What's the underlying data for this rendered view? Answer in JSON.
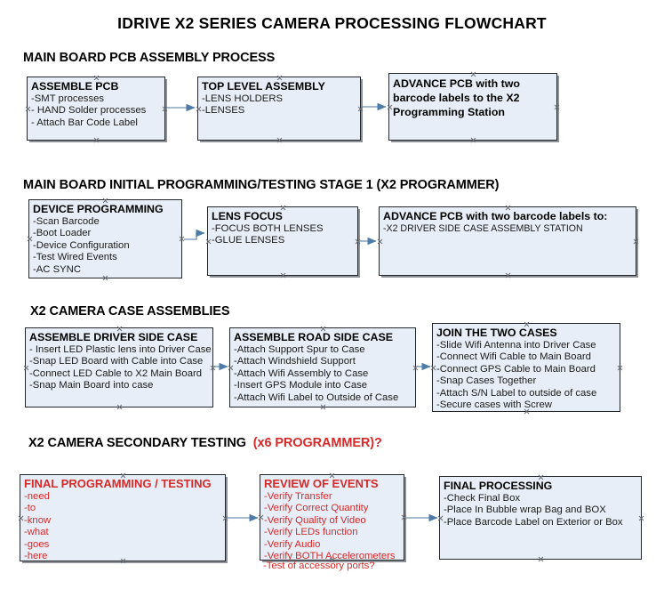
{
  "document": {
    "title": "IDRIVE X2  SERIES CAMERA PROCESSING FLOWCHART"
  },
  "colors": {
    "box_fill": "#e8eef7",
    "box_border": "#23272b",
    "box_shadow": "#8e9197",
    "text": "#000000",
    "accent_red": "#d42a2a",
    "connector": "#6b8cae",
    "handle": "#6b6f76",
    "background": "#ffffff"
  },
  "sections": [
    {
      "id": "main-board-pcb-assembly",
      "title": "MAIN BOARD PCB ASSEMBLY PROCESS",
      "title_accent": "",
      "nodes": [
        {
          "id": "assemble-pcb",
          "title": "ASSEMBLE PCB",
          "lines": [
            "-SMT processes",
            "- HAND Solder processes",
            "- Attach Bar Code Label"
          ]
        },
        {
          "id": "top-level-assembly",
          "title": "TOP LEVEL ASSEMBLY",
          "lines": [
            "-LENS HOLDERS",
            "-LENSES"
          ]
        },
        {
          "id": "advance-pcb-to-x2-programming-station",
          "title": "ADVANCE PCB with two barcode labels to the  X2 Programming Station",
          "lines": []
        }
      ]
    },
    {
      "id": "main-board-initial-programming",
      "title": "MAIN BOARD INITIAL PROGRAMMING/TESTING STAGE 1 (X2 PROGRAMMER)",
      "title_accent": "",
      "nodes": [
        {
          "id": "device-programming",
          "title": "DEVICE PROGRAMMING",
          "lines": [
            "-Scan Barcode",
            "-Boot Loader",
            "-Device Configuration",
            "-Test Wired Events",
            "-AC SYNC"
          ]
        },
        {
          "id": "lens-focus",
          "title": "LENS FOCUS",
          "lines": [
            "-FOCUS BOTH LENSES",
            "-GLUE LENSES"
          ]
        },
        {
          "id": "advance-pcb-to-driver-side-case-assembly",
          "title": "ADVANCE PCB with two barcode labels to:",
          "lines": [
            "-X2 DRIVER  SIDE  CASE  ASSEMBLY STATION"
          ]
        }
      ]
    },
    {
      "id": "x2-camera-case-assemblies",
      "title": "X2 CAMERA CASE ASSEMBLIES",
      "title_accent": "",
      "nodes": [
        {
          "id": "assemble-driver-side-case",
          "title": "ASSEMBLE DRIVER SIDE CASE",
          "lines": [
            "- Insert LED Plastic lens into Driver Case",
            "-Snap LED Board with Cable into Case",
            "-Connect LED Cable to X2 Main Board",
            "-Snap Main Board into case"
          ]
        },
        {
          "id": "assemble-road-side-case",
          "title": "ASSEMBLE ROAD SIDE CASE",
          "lines": [
            "-Attach Support Spur to Case",
            "-Attach Windshield Support",
            "-Attach Wifi Assembly to Case",
            "-Insert GPS Module into Case",
            "-Attach Wifi Label to Outside of Case"
          ]
        },
        {
          "id": "join-the-two-cases",
          "title": "JOIN THE TWO CASES",
          "lines": [
            "-Slide Wifi Antenna into Driver Case",
            "-Connect Wifi Cable to Main Board",
            "-Connect GPS Cable to Main Board",
            "-Snap Cases Together",
            "-Attach S/N Label to outside of case",
            "-Secure cases with Screw"
          ]
        }
      ]
    },
    {
      "id": "x2-camera-secondary-testing",
      "title": "X2 CAMERA SECONDARY TESTING",
      "title_accent": "(x6 PROGRAMMER)?",
      "nodes": [
        {
          "id": "final-programming-testing",
          "title": "FINAL PROGRAMMING / TESTING",
          "lines": [
            "-need",
            "-to",
            "-know",
            "-what",
            "-goes",
            "-here"
          ]
        },
        {
          "id": "review-of-events",
          "title": "REVIEW OF EVENTS",
          "lines": [
            "-Verify Transfer",
            "-Verify Correct Quantity",
            "-Verify Quality of Video",
            "-Verify LEDs function",
            "-Verify Audio",
            "-Verify BOTH Accelerometers"
          ],
          "overflow_line": "-Test of accessory ports?"
        },
        {
          "id": "final-processing",
          "title": "FINAL PROCESSING",
          "lines": [
            " -Check Final Box",
            "-Place In Bubble wrap Bag and BOX",
            "-Place Barcode Label on Exterior or Box"
          ]
        }
      ]
    }
  ]
}
